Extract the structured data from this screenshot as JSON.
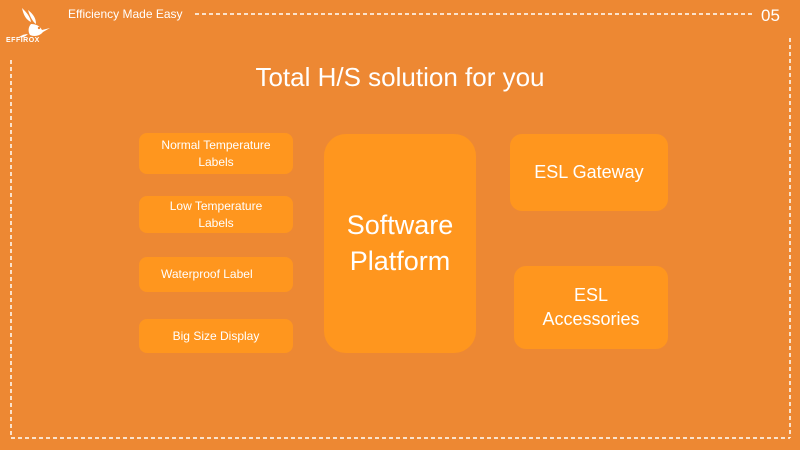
{
  "header": {
    "logo_text": "EFFIROX",
    "tagline": "Efficiency Made Easy",
    "page_number": "05"
  },
  "title": "Total H/S solution for you",
  "labels": [
    "Normal Temperature\nLabels",
    "Low Temperature\nLabels",
    "Waterproof Label",
    "Big Size Display"
  ],
  "platform": "Software\nPlatform",
  "gateway": "ESL Gateway",
  "accessories": "ESL\nAccessories",
  "colors": {
    "background": "#ED8833",
    "box": "#FF961E",
    "text": "#FFFFFF"
  }
}
